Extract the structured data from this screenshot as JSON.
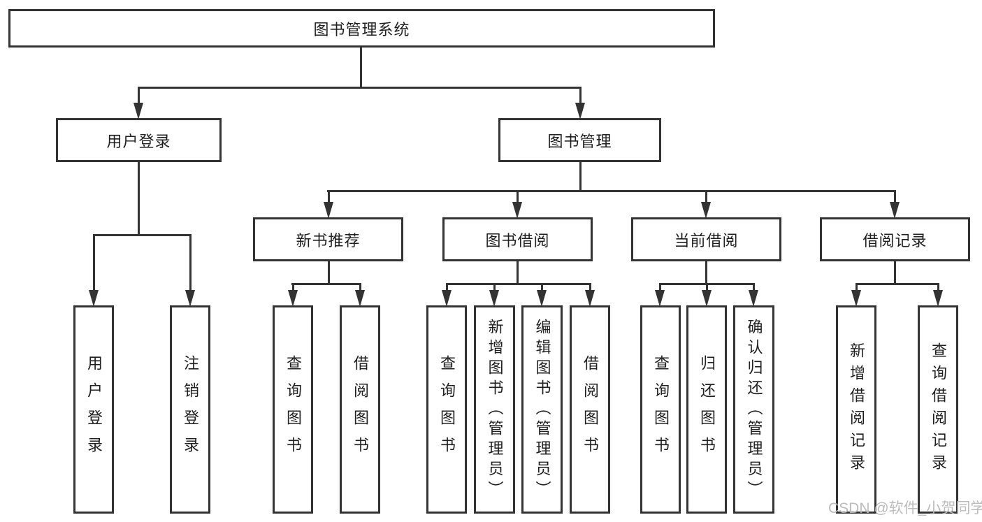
{
  "tree": {
    "label": "图书管理系统",
    "children": [
      {
        "label": "用户登录",
        "children": [
          {
            "label": "用户登录"
          },
          {
            "label": "注销登录"
          }
        ]
      },
      {
        "label": "图书管理",
        "children": [
          {
            "label": "新书推荐",
            "children": [
              {
                "label": "查询图书"
              },
              {
                "label": "借阅图书"
              }
            ]
          },
          {
            "label": "图书借阅",
            "children": [
              {
                "label": "查询图书"
              },
              {
                "label": "新增图书（管理员）"
              },
              {
                "label": "编辑图书（管理员）"
              },
              {
                "label": "借阅图书"
              }
            ]
          },
          {
            "label": "当前借阅",
            "children": [
              {
                "label": "查询图书"
              },
              {
                "label": "归还图书"
              },
              {
                "label": "确认归还（管理员）"
              }
            ]
          },
          {
            "label": "借阅记录",
            "children": [
              {
                "label": "新增借阅记录"
              },
              {
                "label": "查询借阅记录"
              }
            ]
          }
        ]
      }
    ]
  },
  "watermark": {
    "text": "CSDN @软件_小贺同学"
  },
  "colors": {
    "line": "#333333",
    "text": "#1f1f1f",
    "bg": "#ffffff",
    "watermark": "#b9b9b9"
  }
}
